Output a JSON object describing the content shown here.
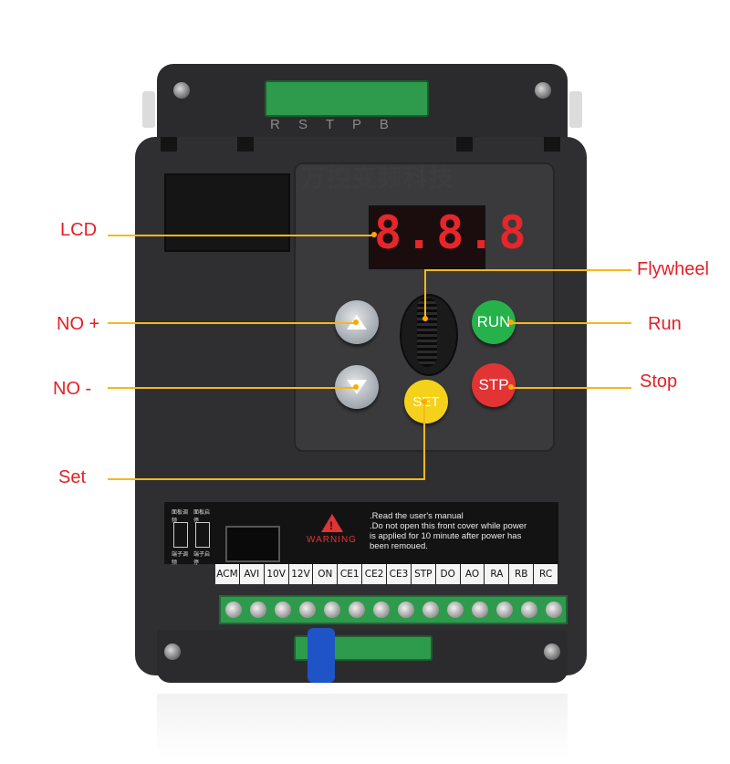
{
  "annotations": {
    "lcd": "LCD",
    "no_plus": "NO +",
    "no_minus": "NO -",
    "set": "Set",
    "flywheel": "Flywheel",
    "run": "Run",
    "stop": "Stop"
  },
  "device": {
    "top_terminals": "R S T P B",
    "display_digits": "8.8.8",
    "watermark": "万控变频科技",
    "buttons": {
      "run": "RUN",
      "stop": "STP",
      "set": "SET"
    },
    "dip_labels": [
      "面板调频",
      "面板启停",
      "端子调频",
      "端子启停"
    ],
    "warning_label": "WARNING",
    "warning_text": [
      ".Read the user's manual",
      ".Do not open this front cover while power",
      "is applied for 10 minute after power has",
      "been remoued."
    ],
    "terminal_labels": [
      "ACM",
      "AVI",
      "10V",
      "12V",
      "ON",
      "CE1",
      "CE2",
      "CE3",
      "STP",
      "DO",
      "AO",
      "RA",
      "RB",
      "RC"
    ]
  },
  "colors": {
    "callout_text": "#e32025",
    "callout_line": "#f5b81b",
    "run_button": "#25b24a",
    "stop_button": "#e23335",
    "set_button": "#f4d21b"
  }
}
